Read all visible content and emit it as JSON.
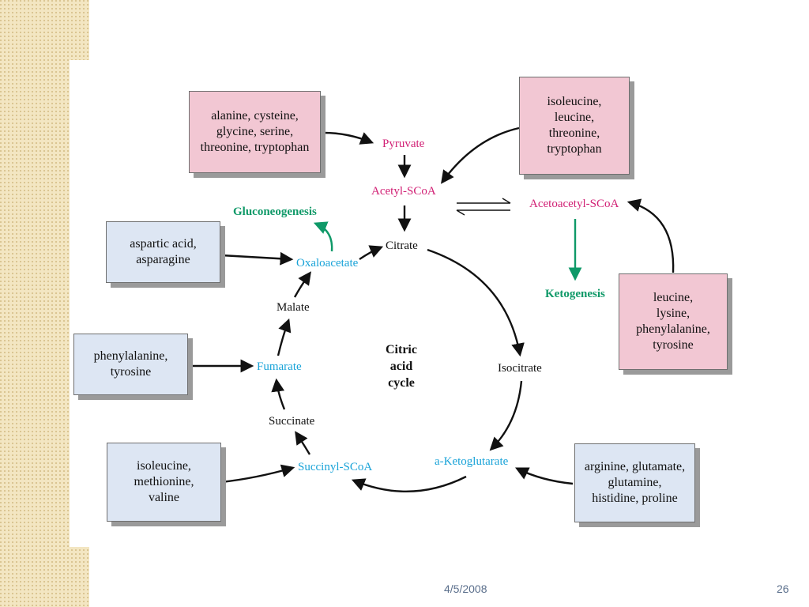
{
  "slide": {
    "date": "4/5/2008",
    "page_number": "26"
  },
  "boxes": {
    "pyruvate_sources": "alanine, cysteine,\nglycine, serine,\nthreonine, tryptophan",
    "acetyl_sources": "isoleucine,\nleucine,\nthreonine,\ntryptophan",
    "oxaloacetate_sources": "aspartic acid,\nasparagine",
    "fumarate_sources": "phenylalanine,\ntyrosine",
    "succinyl_sources": "isoleucine,\nmethionine,\nvaline",
    "ketoglutarate_sources": "arginine, glutamate,\nglutamine,\nhistidine, proline",
    "acetoacetyl_sources": "leucine,\nlysine,\nphenylalanine,\ntyrosine"
  },
  "metabolites": {
    "pyruvate": "Pyruvate",
    "acetyl_scoa": "Acetyl-SCoA",
    "acetoacetyl_scoa": "Acetoacetyl-SCoA",
    "citrate": "Citrate",
    "oxaloacetate": "Oxaloacetate",
    "malate": "Malate",
    "fumarate": "Fumarate",
    "succinate": "Succinate",
    "succinyl_scoa": "Succinyl-SCoA",
    "ketoglutarate": "a-Ketoglutarate",
    "isocitrate": "Isocitrate"
  },
  "processes": {
    "gluconeogenesis": "Gluconeogenesis",
    "ketogenesis": "Ketogenesis"
  },
  "cycle_label": "Citric\nacid\ncycle",
  "colors": {
    "glucogenic_box": "#dde6f3",
    "ketogenic_box": "#f2c7d3",
    "pink_text": "#d11f74",
    "cyan_text": "#19a3d8",
    "green_text": "#0f9968"
  }
}
